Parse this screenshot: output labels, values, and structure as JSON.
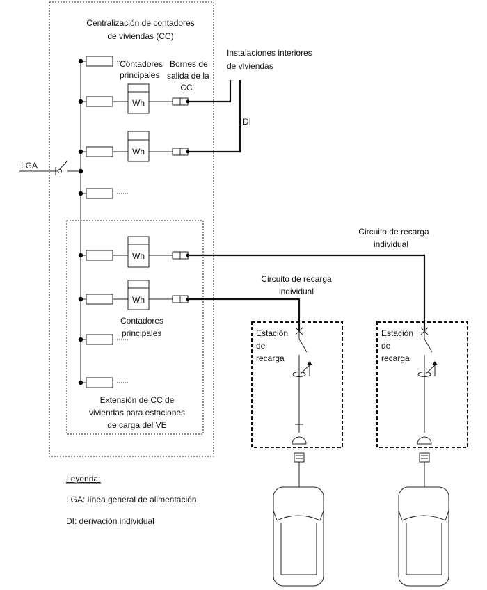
{
  "labels": {
    "cc_title_1": "Centralización de contadores",
    "cc_title_2": "de viviendas (CC)",
    "main_meters_top_1": "Contadores",
    "main_meters_top_2": "principales",
    "output_terminals_1": "Bornes de",
    "output_terminals_2": "salida de la",
    "output_terminals_3": "CC",
    "interior_installations_1": "Instalaciones interiores",
    "interior_installations_2": "de viviendas",
    "di": "DI",
    "lga": "LGA",
    "meter_unit": "Wh",
    "main_meters_bottom_1": "Contadores",
    "main_meters_bottom_2": "principales",
    "extension_1": "Extensión de CC de",
    "extension_2": "viviendas para estaciones",
    "extension_3": "de carga del VE",
    "recharge_circuit_right_1": "Circuito de recarga",
    "recharge_circuit_right_2": "individual",
    "recharge_circuit_left_1": "Circuito de recarga",
    "recharge_circuit_left_2": "individual",
    "station_left_1": "Estación",
    "station_left_2": "de",
    "station_left_3": "recarga",
    "station_right_1": "Estación",
    "station_right_2": "de",
    "station_right_3": "recarga"
  },
  "legend": {
    "title": "Leyenda:",
    "lga": "LGA: línea general de alimentación.",
    "di": "DI: derivación individual"
  }
}
